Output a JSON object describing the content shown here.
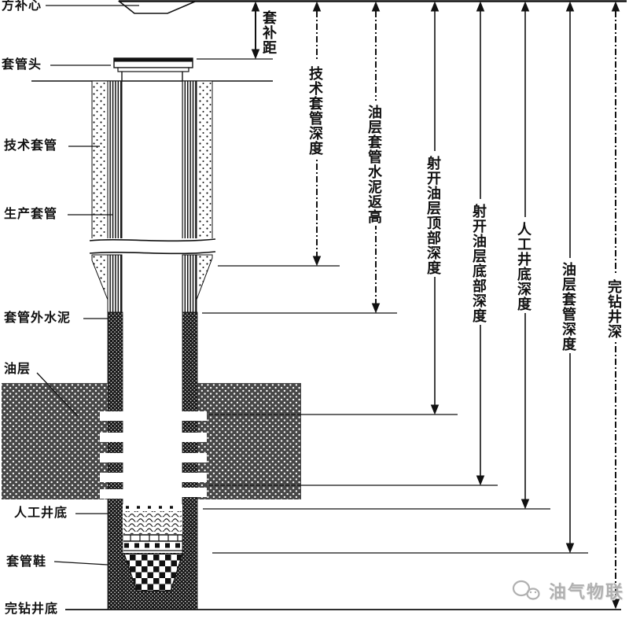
{
  "diagram": {
    "left_labels": [
      "方补心",
      "套管头",
      "技术套管",
      "生产套管",
      "套管外水泥",
      "油层",
      "人工井底",
      "套管鞋",
      "完钻井底"
    ],
    "dimension_labels": [
      "套补距",
      "技术套管深度",
      "油层套管水泥返高",
      "射开油层顶部深度",
      "射开油层底部深度",
      "人工井底深度",
      "油层套管深度",
      "完钻井深"
    ],
    "watermark": "油气物联",
    "colors": {
      "ink": "#111111",
      "oil_layer_fill": "#474747",
      "cement_fill": "#161616",
      "watermark_gray": "#b0b0b0"
    }
  }
}
